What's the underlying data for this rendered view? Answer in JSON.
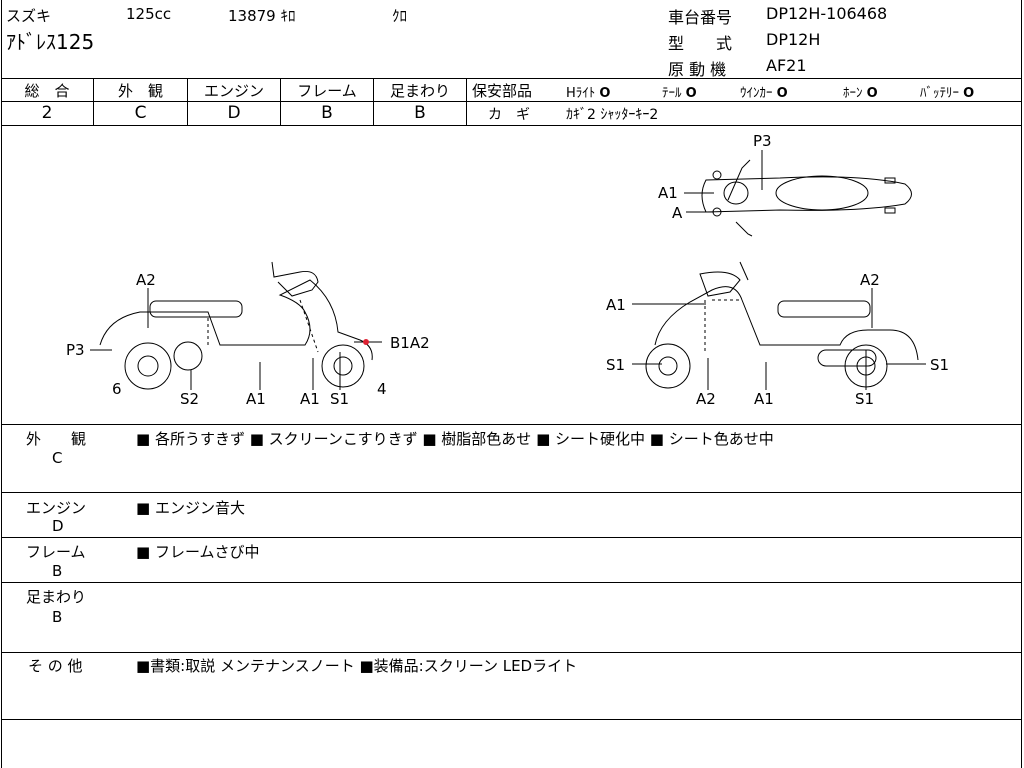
{
  "header": {
    "maker": "スズキ",
    "displacement": "125cc",
    "mileage": "13879 ｷﾛ",
    "color": "ｸﾛ",
    "model_name": "ｱﾄﾞﾚｽ125",
    "frame_label": "車台番号",
    "frame_value": "DP12H-106468",
    "type_label": "型　　式",
    "type_value": "DP12H",
    "engine_label": "原 動 機",
    "engine_value": "AF21"
  },
  "grades": [
    {
      "label": "総　合",
      "value": "2"
    },
    {
      "label": "外　観",
      "value": "C"
    },
    {
      "label": "エンジン",
      "value": "D"
    },
    {
      "label": "フレーム",
      "value": "B"
    },
    {
      "label": "足まわり",
      "value": "B"
    }
  ],
  "safety": {
    "label": "保安部品",
    "items": [
      {
        "name": "Hﾗｲﾄ",
        "mark": "O"
      },
      {
        "name": "ﾃｰﾙ",
        "mark": "O"
      },
      {
        "name": "ｳｲﾝｶｰ",
        "mark": "O"
      },
      {
        "name": "ﾎｰﾝ",
        "mark": "O"
      },
      {
        "name": "ﾊﾞｯﾃﾘｰ",
        "mark": "O"
      }
    ],
    "key_label": "カ　ギ",
    "key_value": "ｶｷﾞ2 ｼｬｯﾀｰｷｰ2"
  },
  "diagram": {
    "top_labels": [
      "P3",
      "A1",
      "A"
    ],
    "left_labels": [
      "A2",
      "P3",
      "6",
      "S2",
      "A1",
      "A1",
      "S1",
      "4",
      "B1A2"
    ],
    "right_labels": [
      "A1",
      "A2",
      "S1",
      "A2",
      "A1",
      "S1",
      "S1"
    ]
  },
  "remarks": [
    {
      "label": "外　　観",
      "grade": "C",
      "text": "■ 各所うすきず ■ スクリーンこすりきず ■ 樹脂部色あせ ■ シート硬化中 ■ シート色あせ中"
    },
    {
      "label": "エンジン",
      "grade": "D",
      "text": "■ エンジン音大"
    },
    {
      "label": "フレーム",
      "grade": "B",
      "text": "■ フレームさび中"
    },
    {
      "label": "足まわり",
      "grade": "B",
      "text": ""
    },
    {
      "label": "そ の 他",
      "grade": "",
      "text": "■書類:取説 メンテナンスノート ■装備品:スクリーン LEDライト"
    }
  ]
}
